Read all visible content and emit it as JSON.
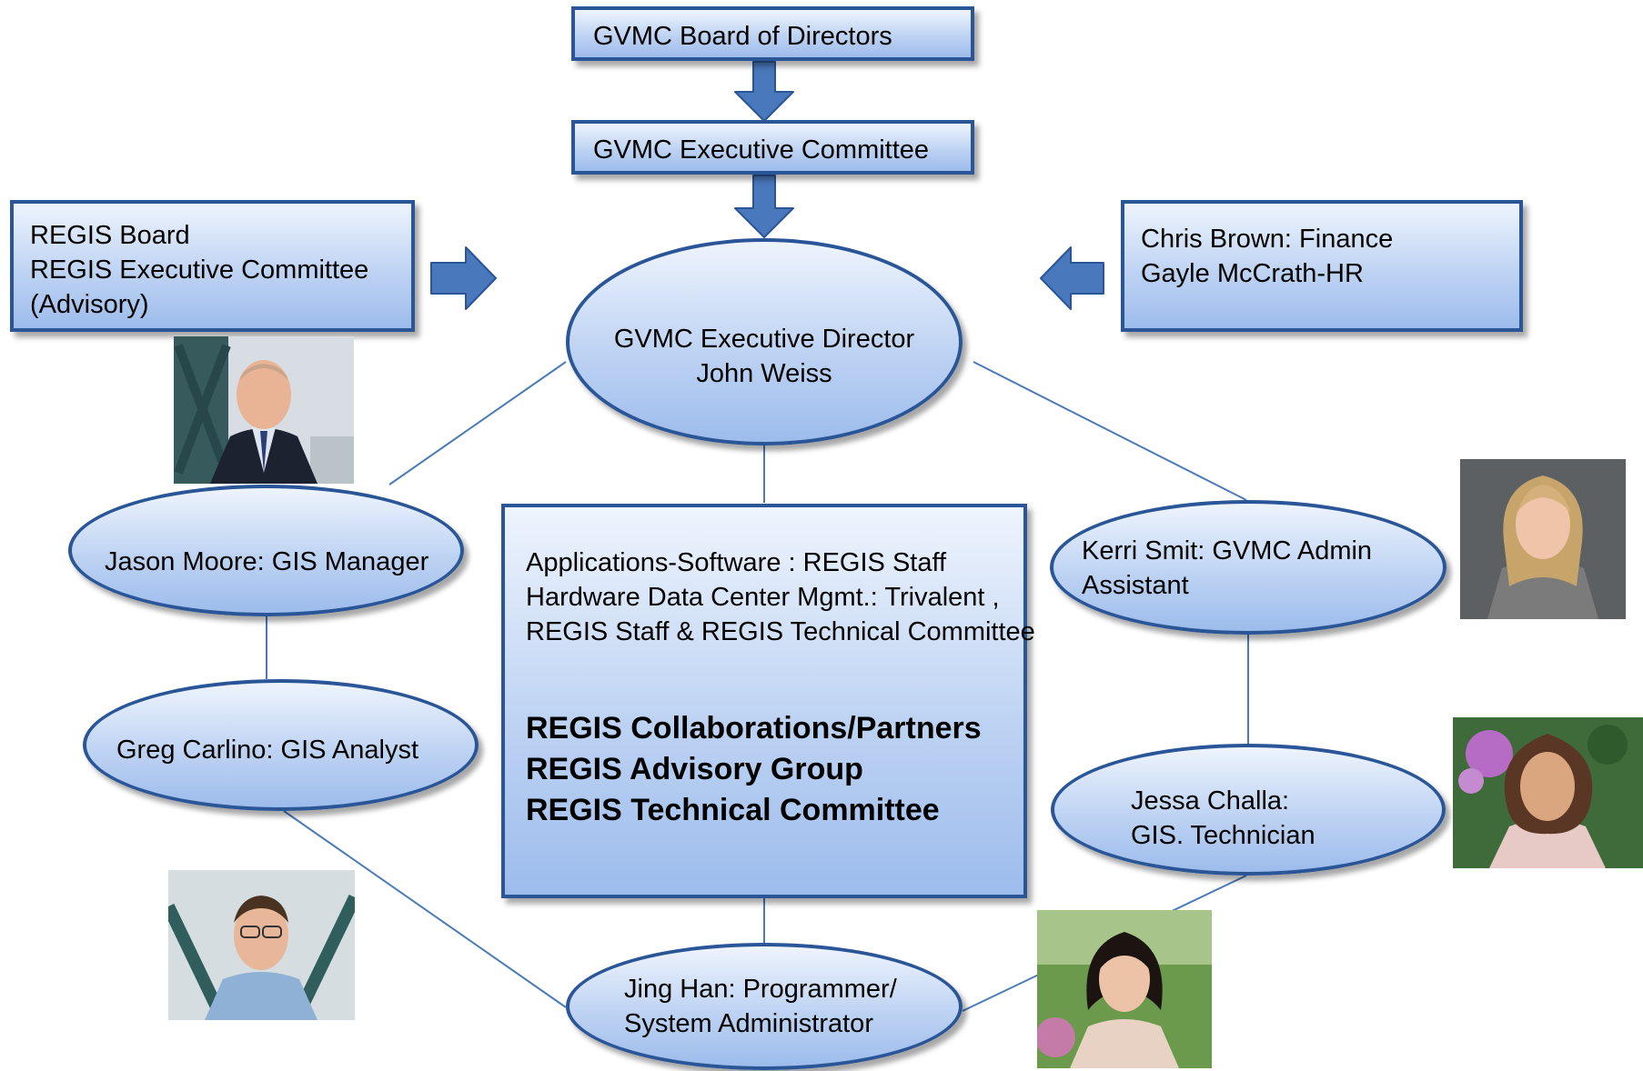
{
  "nodes": {
    "board_of_directors": "GVMC Board of Directors",
    "executive_committee": "GVMC Executive Committee",
    "regis_board": {
      "lines": [
        "REGIS Board",
        "REGIS Executive Committee",
        "(Advisory)"
      ]
    },
    "finance_hr": {
      "lines": [
        "Chris Brown: Finance",
        "Gayle McCrath-HR"
      ]
    },
    "executive_director": {
      "lines": [
        "GVMC Executive Director",
        "John Weiss"
      ]
    },
    "jason_moore": "Jason Moore: GIS Manager",
    "greg_carlino": "Greg Carlino: GIS Analyst",
    "kerri_smit": {
      "lines": [
        "Kerri Smit: GVMC Admin",
        "Assistant"
      ]
    },
    "jessa_challa": {
      "lines": [
        "Jessa Challa:",
        "GIS. Technician"
      ]
    },
    "jing_han": {
      "lines": [
        "Jing Han: Programmer/",
        "System Administrator"
      ]
    },
    "center": {
      "lines": [
        "Applications-Software : REGIS Staff",
        "Hardware Data Center Mgmt.: Trivalent ,",
        "REGIS Staff & REGIS Technical Committee"
      ],
      "bold_lines": [
        "REGIS Collaborations/Partners",
        "REGIS Advisory Group",
        "REGIS Technical Committee"
      ]
    }
  },
  "colors": {
    "border": "#2a5597",
    "arrow_fill": "#4a78bd",
    "connector": "#4a7ab8"
  },
  "photos": [
    "photo-jason-moore",
    "photo-kerri-smit",
    "photo-jessa-challa",
    "photo-greg-carlino",
    "photo-jing-han"
  ]
}
